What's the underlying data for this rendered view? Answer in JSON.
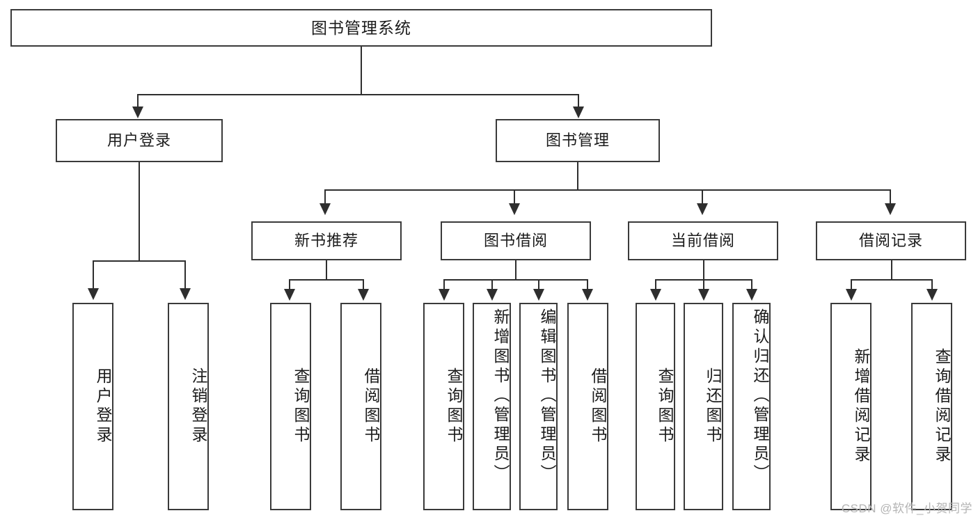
{
  "diagram": {
    "title": "图书管理系统",
    "type": "tree",
    "root": {
      "id": "root",
      "label": "图书管理系统"
    },
    "level2": [
      {
        "id": "user-login",
        "label": "用户登录"
      },
      {
        "id": "book-manage",
        "label": "图书管理"
      }
    ],
    "level3": [
      {
        "id": "new-book-rec",
        "label": "新书推荐"
      },
      {
        "id": "book-borrow",
        "label": "图书借阅"
      },
      {
        "id": "current-borrow",
        "label": "当前借阅"
      },
      {
        "id": "borrow-record",
        "label": "借阅记录"
      }
    ],
    "leaves": [
      {
        "id": "leaf-user-login",
        "label": "用户登录",
        "parent": "user-login"
      },
      {
        "id": "leaf-logout",
        "label": "注销登录",
        "parent": "user-login"
      },
      {
        "id": "leaf-query-book-1",
        "label": "查询图书",
        "parent": "new-book-rec"
      },
      {
        "id": "leaf-borrow-book-1",
        "label": "借阅图书",
        "parent": "new-book-rec"
      },
      {
        "id": "leaf-query-book-2",
        "label": "查询图书",
        "parent": "book-borrow"
      },
      {
        "id": "leaf-add-book",
        "label": "新增图书（管理员）",
        "parent": "book-borrow"
      },
      {
        "id": "leaf-edit-book",
        "label": "编辑图书（管理员）",
        "parent": "book-borrow"
      },
      {
        "id": "leaf-borrow-book-2",
        "label": "借阅图书",
        "parent": "book-borrow"
      },
      {
        "id": "leaf-query-book-3",
        "label": "查询图书",
        "parent": "current-borrow"
      },
      {
        "id": "leaf-return-book",
        "label": "归还图书",
        "parent": "current-borrow"
      },
      {
        "id": "leaf-confirm-return",
        "label": "确认归还（管理员）",
        "parent": "current-borrow"
      },
      {
        "id": "leaf-add-record",
        "label": "新增借阅记录",
        "parent": "borrow-record"
      },
      {
        "id": "leaf-query-record",
        "label": "查询借阅记录",
        "parent": "borrow-record"
      }
    ]
  },
  "watermark": {
    "text": "CSDN @软件_小贺同学"
  },
  "colors": {
    "box_border": "#3a3a3a",
    "line": "#2e2e2e",
    "text": "#1b1b1b",
    "background": "#ffffff",
    "watermark": "#b4b4b4"
  }
}
